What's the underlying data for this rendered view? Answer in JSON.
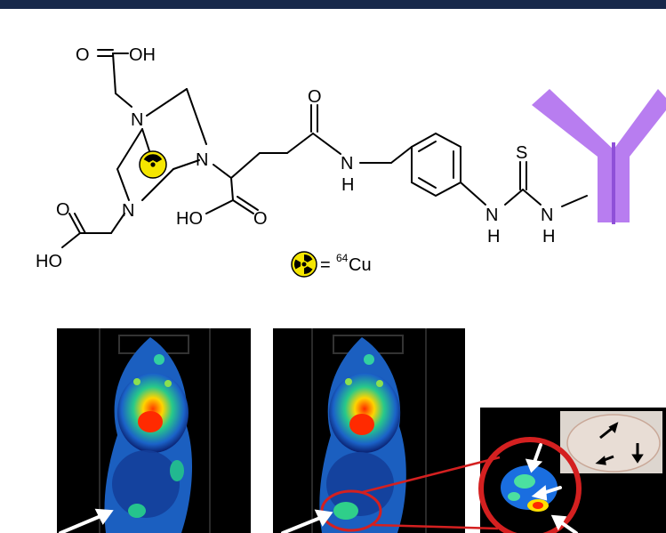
{
  "structure": {
    "atoms": {
      "top_carbonyl_o": "O",
      "top_oh": "OH",
      "ring_n_top": "N",
      "ring_n_right": "N",
      "ring_n_bottom": "N",
      "left_carbonyl_o": "O",
      "left_ho": "HO",
      "acid_ho": "HO",
      "acid_o": "O",
      "amide_o": "O",
      "amide_n": "N",
      "amide_h": "H",
      "thio_s": "S",
      "thio_n1": "N",
      "thio_h1": "H",
      "thio_n2": "N",
      "thio_h2": "H"
    },
    "legend": {
      "equals": "=",
      "mass_number": "64",
      "element": "Cu"
    },
    "radioactive_color": "#f5e600",
    "antibody_color": "#b87df0"
  }
}
